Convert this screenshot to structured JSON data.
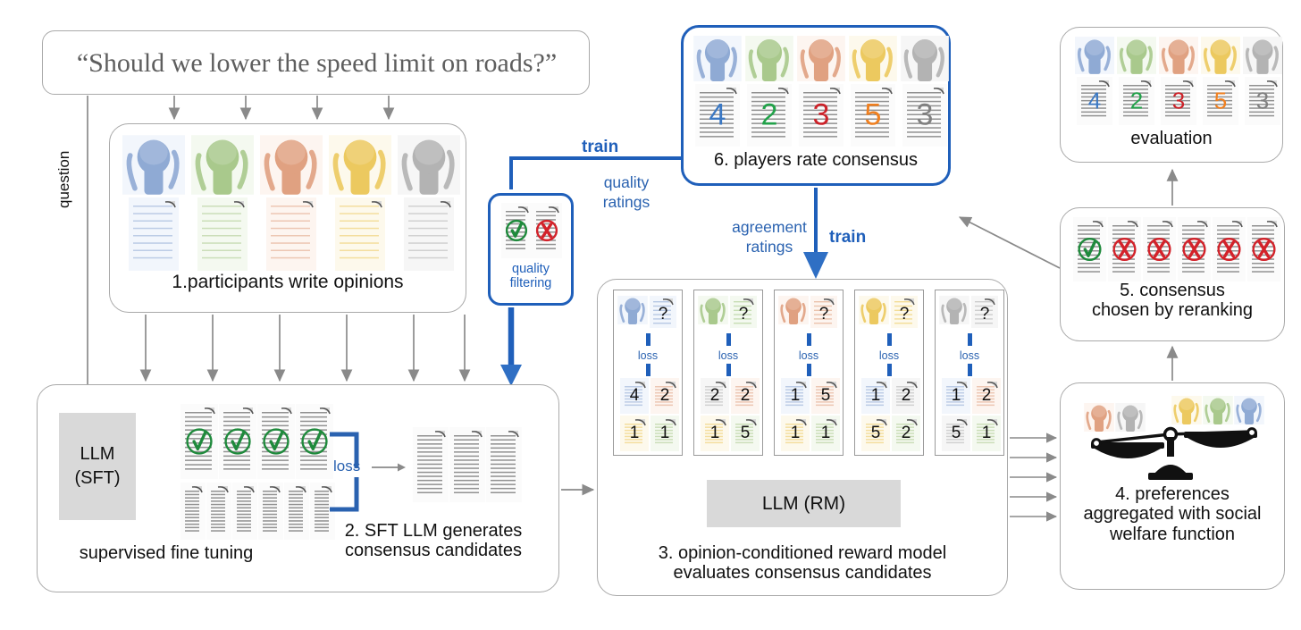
{
  "diagram": {
    "title": "Consensus generation pipeline",
    "question": {
      "text": "“Should we lower the speed limit on roads?”",
      "edge_label": "question"
    },
    "colors": {
      "blue": "#8faad4",
      "green": "#a9c98c",
      "orange": "#e0a181",
      "yellow": "#ecc95f",
      "gray": "#b3b3b3",
      "accent_blue": "#1f5fba",
      "label_blue": "#2a62b0",
      "check_green": "#1f8a3c",
      "cross_red": "#d3222a",
      "rating_blue": "#3b78c3",
      "rating_green": "#22a24a",
      "rating_red": "#cc2229",
      "rating_orange": "#f08020",
      "rating_gray": "#808080",
      "box_border": "#a9a9a9",
      "arrow_gray": "#8a8a8a",
      "llm_box": "#d9d9d9"
    },
    "participants": {
      "caption": "1.participants write opinions",
      "people": [
        "blue",
        "green",
        "orange",
        "yellow",
        "gray"
      ]
    },
    "quality_filter": {
      "caption_line1": "quality",
      "caption_line2": "filtering",
      "marks": [
        "check",
        "cross"
      ]
    },
    "edge_labels": {
      "train_top": "train",
      "train_right": "train",
      "quality_ratings_line1": "quality",
      "quality_ratings_line2": "ratings",
      "agreement_ratings_line1": "agreement",
      "agreement_ratings_line2": "ratings"
    },
    "players_rate": {
      "caption": "6. players rate consensus",
      "ratings": [
        {
          "value": "4",
          "color": "#3b78c3",
          "person": "blue"
        },
        {
          "value": "2",
          "color": "#22a24a",
          "person": "green"
        },
        {
          "value": "3",
          "color": "#cc2229",
          "person": "orange"
        },
        {
          "value": "5",
          "color": "#f08020",
          "person": "yellow"
        },
        {
          "value": "3",
          "color": "#808080",
          "person": "gray"
        }
      ]
    },
    "evaluation": {
      "caption": "evaluation",
      "ratings": [
        {
          "value": "4",
          "color": "#3b78c3",
          "person": "blue"
        },
        {
          "value": "2",
          "color": "#22a24a",
          "person": "green"
        },
        {
          "value": "3",
          "color": "#cc2229",
          "person": "orange"
        },
        {
          "value": "5",
          "color": "#f08020",
          "person": "yellow"
        },
        {
          "value": "3",
          "color": "#808080",
          "person": "gray"
        }
      ]
    },
    "reranking": {
      "caption_line1": "5. consensus",
      "caption_line2": "chosen by reranking",
      "marks": [
        "check",
        "cross",
        "cross",
        "cross",
        "cross",
        "cross"
      ]
    },
    "preferences": {
      "caption_line1": "4. preferences",
      "caption_line2": "aggregated with social",
      "caption_line3": "welfare function",
      "left_pan": [
        "orange",
        "gray"
      ],
      "right_pan": [
        "yellow",
        "green",
        "blue"
      ]
    },
    "reward_model": {
      "caption_line1": "3. opinion-conditioned reward model",
      "caption_line2": "evaluates consensus candidates",
      "llm_label": "LLM (RM)",
      "loss_label": "loss",
      "unknown_mark": "?",
      "cards": [
        {
          "person": "blue",
          "grid": [
            {
              "value": "4",
              "tint": "blue"
            },
            {
              "value": "2",
              "tint": "orange"
            },
            {
              "value": "1",
              "tint": "yellow"
            },
            {
              "value": "1",
              "tint": "green"
            }
          ]
        },
        {
          "person": "green",
          "grid": [
            {
              "value": "2",
              "tint": "gray"
            },
            {
              "value": "2",
              "tint": "orange"
            },
            {
              "value": "1",
              "tint": "yellow"
            },
            {
              "value": "5",
              "tint": "green"
            }
          ]
        },
        {
          "person": "orange",
          "grid": [
            {
              "value": "1",
              "tint": "blue"
            },
            {
              "value": "5",
              "tint": "orange"
            },
            {
              "value": "1",
              "tint": "yellow"
            },
            {
              "value": "1",
              "tint": "green"
            }
          ]
        },
        {
          "person": "yellow",
          "grid": [
            {
              "value": "1",
              "tint": "blue"
            },
            {
              "value": "2",
              "tint": "gray"
            },
            {
              "value": "5",
              "tint": "yellow"
            },
            {
              "value": "2",
              "tint": "green"
            }
          ]
        },
        {
          "person": "gray",
          "grid": [
            {
              "value": "1",
              "tint": "blue"
            },
            {
              "value": "2",
              "tint": "orange"
            },
            {
              "value": "5",
              "tint": "gray"
            },
            {
              "value": "1",
              "tint": "green"
            }
          ]
        }
      ]
    },
    "sft": {
      "llm_label_line1": "LLM",
      "llm_label_line2": "(SFT)",
      "caption_left": "supervised fine tuning",
      "caption_right_line1": "2. SFT LLM generates",
      "caption_right_line2": "consensus candidates",
      "loss_label": "loss",
      "checked_docs": 4,
      "plain_docs": 6,
      "output_docs": 3
    }
  }
}
